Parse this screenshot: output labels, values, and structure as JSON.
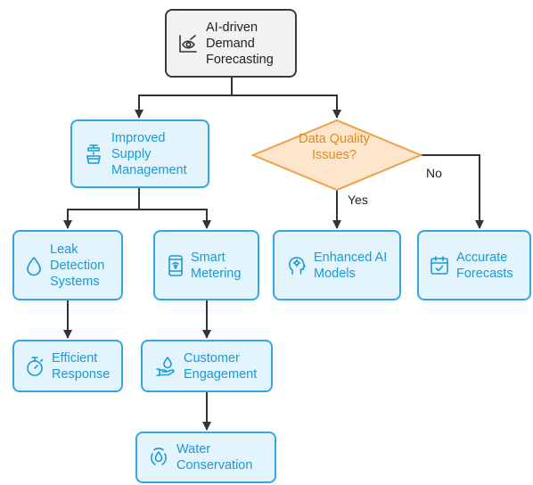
{
  "nodes": {
    "root": {
      "label": "AI-driven\nDemand\nForecasting",
      "icon": "eye-chart-icon"
    },
    "supply": {
      "label": "Improved\nSupply\nManagement",
      "icon": "faucet-icon"
    },
    "decision": {
      "label": "Data Quality\nIssues?"
    },
    "leak": {
      "label": "Leak\nDetection\nSystems",
      "icon": "droplet-icon"
    },
    "metering": {
      "label": "Smart\nMetering",
      "icon": "smartphone-icon"
    },
    "enhanced": {
      "label": "Enhanced AI\nModels",
      "icon": "ai-head-icon"
    },
    "accurate": {
      "label": "Accurate\nForecasts",
      "icon": "calendar-check-icon"
    },
    "efficient": {
      "label": "Efficient\nResponse",
      "icon": "stopwatch-icon"
    },
    "engagement": {
      "label": "Customer\nEngagement",
      "icon": "hand-water-icon"
    },
    "conservation": {
      "label": "Water\nConservation",
      "icon": "water-drop-circle-icon"
    }
  },
  "edge_labels": {
    "yes": "Yes",
    "no": "No"
  },
  "colors": {
    "node_border": "#34a6e6",
    "node_fill": "#e3f4fc",
    "node_text": "#1a9ad6",
    "decision_border": "#f0a04b",
    "decision_fill": "#fde6cc",
    "decision_text": "#e2891b",
    "root_border": "#3b3b3b",
    "root_fill": "#f2f2f2",
    "edge": "#333333"
  }
}
